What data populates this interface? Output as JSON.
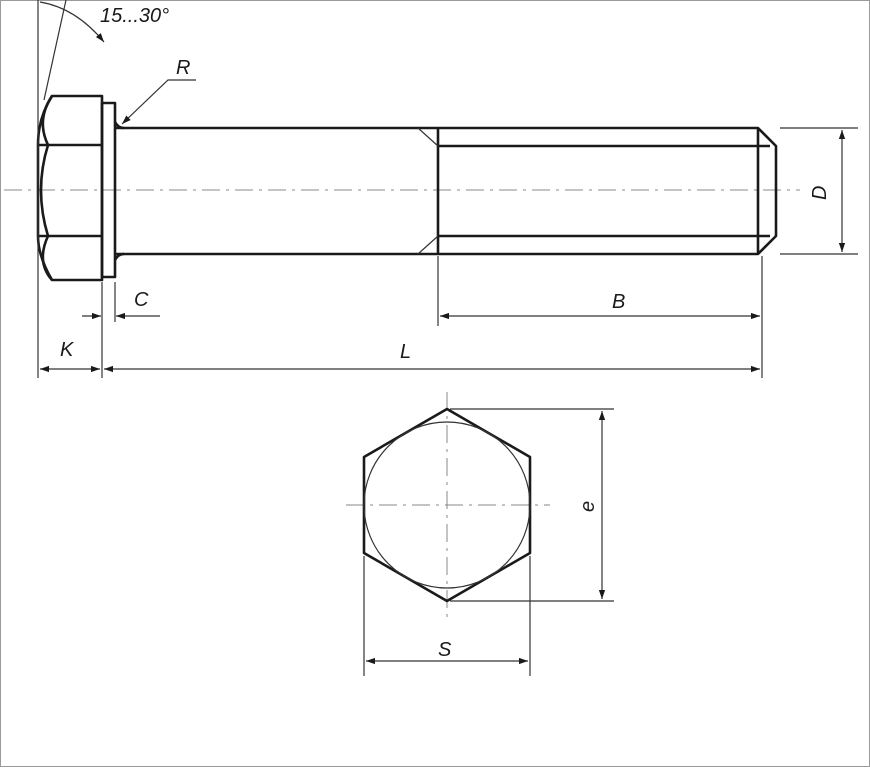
{
  "labels": {
    "angle": "15...30°",
    "radius": "R",
    "diameter": "D",
    "chamfer": "C",
    "thread_length": "B",
    "head_height": "K",
    "length": "L",
    "corner_width": "e",
    "flat_width": "S"
  }
}
